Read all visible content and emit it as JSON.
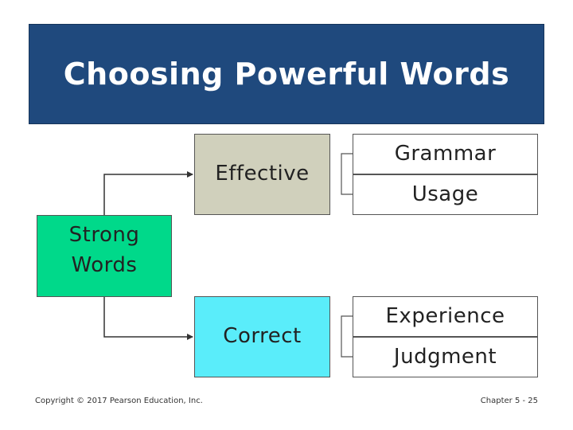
{
  "slide": {
    "title": "Choosing Powerful Words"
  },
  "diagram": {
    "root": {
      "line1": "Strong",
      "line2": "Words",
      "color": "#00d98a"
    },
    "branches": [
      {
        "label": "Effective",
        "color": "#d0d0bc",
        "items": [
          "Grammar",
          "Usage"
        ]
      },
      {
        "label": "Correct",
        "color": "#5aedfa",
        "items": [
          "Experience",
          "Judgment"
        ]
      }
    ]
  },
  "footer": {
    "copyright": "Copyright © 2017 Pearson Education, Inc.",
    "page": "Chapter 5 - 25"
  },
  "colors": {
    "title_bar": "#1f497d",
    "connector": "#333333"
  }
}
